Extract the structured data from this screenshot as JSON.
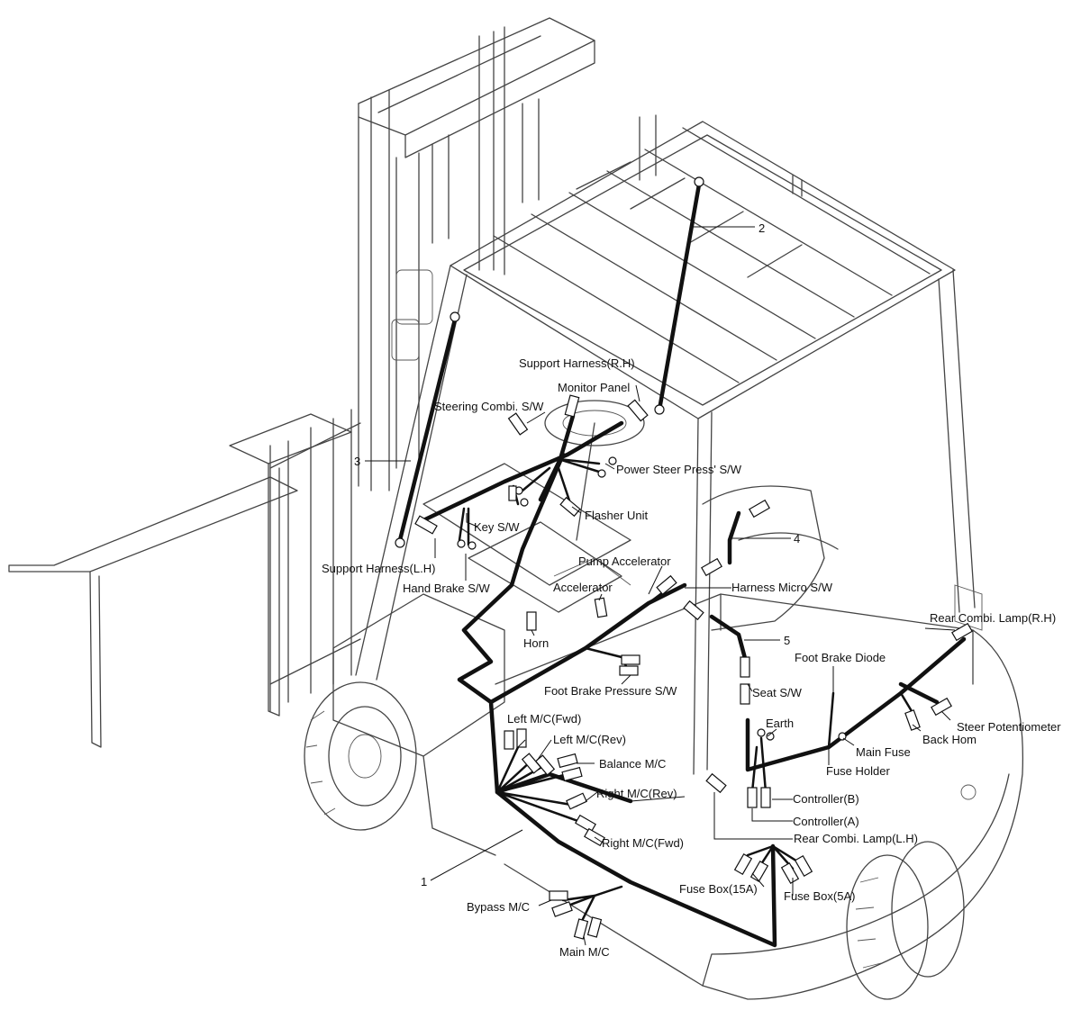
{
  "components": {
    "support_harness_rh": "Support Harness(R.H)",
    "monitor_panel": "Monitor Panel",
    "steering_combi_sw": "Steering Combi. S/W",
    "power_steer_press_sw": "Power Steer Press' S/W",
    "flasher_unit": "Flasher Unit",
    "key_sw": "Key S/W",
    "support_harness_lh": "Support Harness(L.H)",
    "hand_brake_sw": "Hand Brake S/W",
    "pump_accelerator": "Pump Accelerator",
    "accelerator": "Accelerator",
    "harness_micro_sw": "Harness Micro S/W",
    "horn": "Horn",
    "rear_combi_lamp_rh": "Rear Combi. Lamp(R.H)",
    "foot_brake_diode": "Foot Brake Diode",
    "foot_brake_pressure_sw": "Foot Brake Pressure S/W",
    "seat_sw": "Seat S/W",
    "left_mc_fwd": "Left M/C(Fwd)",
    "earth": "Earth",
    "left_mc_rev": "Left M/C(Rev)",
    "back_horn": "Back Hom",
    "steer_potentiometer": "Steer Potentiometer",
    "main_fuse": "Main Fuse",
    "balance_mc": "Balance M/C",
    "fuse_holder": "Fuse Holder",
    "right_mc_rev": "Right M/C(Rev)",
    "controller_b": "Controller(B)",
    "controller_a": "Controller(A)",
    "right_mc_fwd": "Right M/C(Fwd)",
    "rear_combi_lamp_lh": "Rear Combi. Lamp(L.H)",
    "fuse_box_15a": "Fuse Box(15A)",
    "fuse_box_5a": "Fuse Box(5A)",
    "bypass_mc": "Bypass M/C",
    "main_mc": "Main M/C"
  },
  "callouts": {
    "c1": "1",
    "c2": "2",
    "c3": "3",
    "c4": "4",
    "c5": "5"
  }
}
